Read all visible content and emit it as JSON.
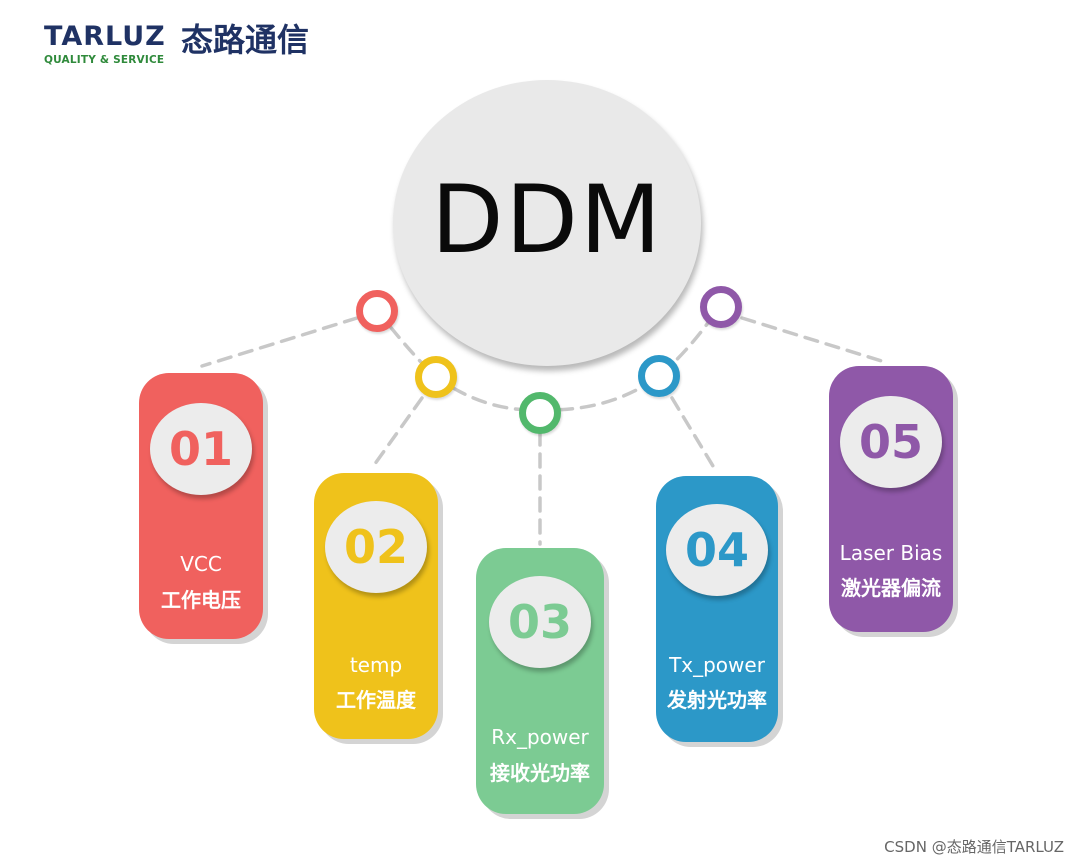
{
  "logo": {
    "name": "TARLUZ",
    "chinese_name": "态路通信",
    "tagline": "QUALITY & SERVICE",
    "colors": {
      "name": "#1f3264",
      "tagline": "#2f8a3b"
    }
  },
  "hub": {
    "label": "DDM",
    "color": "#e9e9e9"
  },
  "connector_color": "#c8c8c8",
  "items": [
    {
      "number": "01",
      "title": "VCC",
      "subtitle": "工作电压",
      "color": "#f0615e"
    },
    {
      "number": "02",
      "title": "temp",
      "subtitle": "工作温度",
      "color": "#efc21b"
    },
    {
      "number": "03",
      "title": "Rx_power",
      "subtitle": "接收光功率",
      "color": "#7ccb93"
    },
    {
      "number": "04",
      "title": "Tx_power",
      "subtitle": "发射光功率",
      "color": "#2c98c8"
    },
    {
      "number": "05",
      "title": "Laser Bias",
      "subtitle": "激光器偏流",
      "color": "#8f58a8"
    }
  ],
  "watermark": "CSDN @态路通信TARLUZ"
}
